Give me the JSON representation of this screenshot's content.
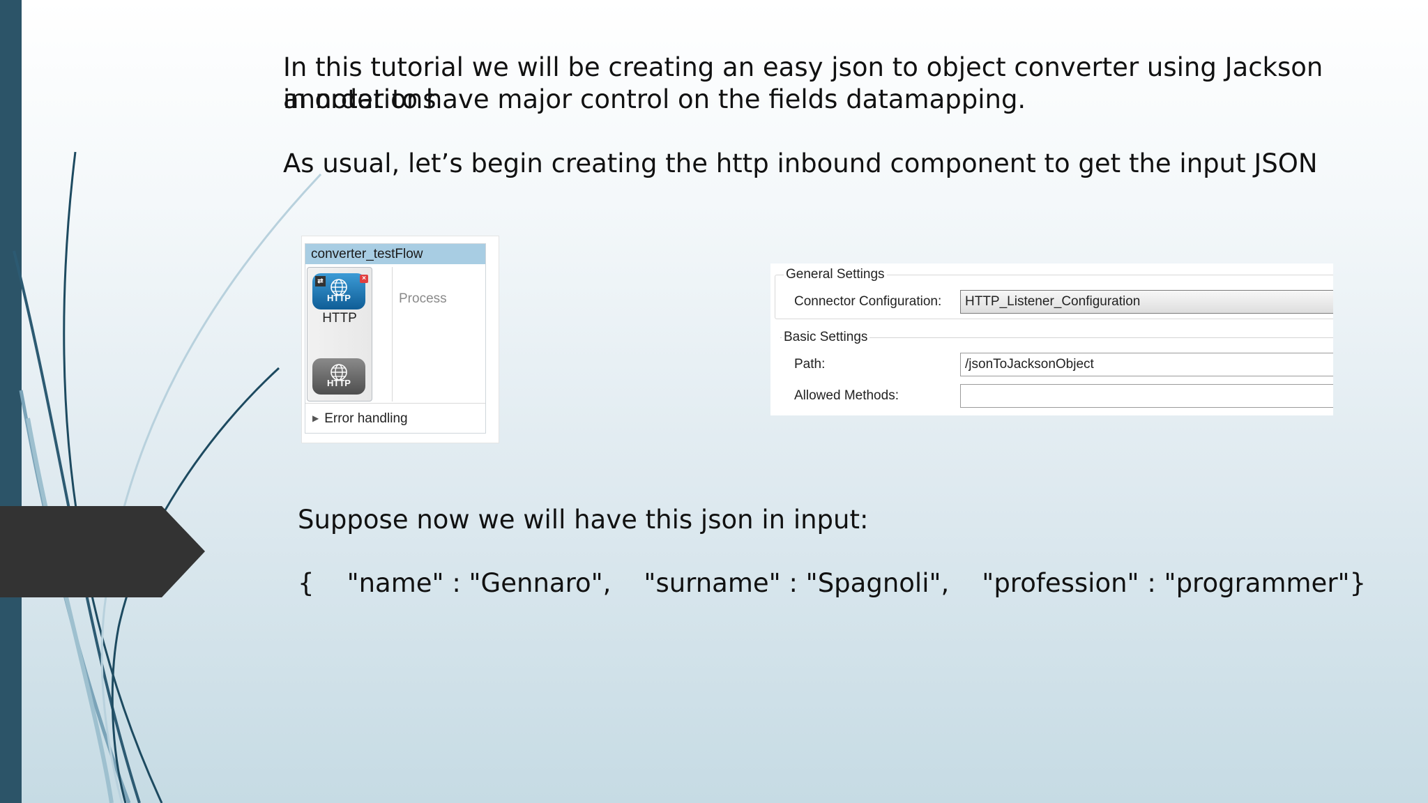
{
  "slide": {
    "intro_line1": "In this tutorial we will be creating an easy json to object converter using Jackson annotations",
    "intro_line2": "in order to have major control on the fields datamapping.",
    "intro_line3": "As usual, let’s begin creating the http inbound component to get the input JSON",
    "suppose": "Suppose now we will have this json in input:",
    "json_example": "{    \"name\" : \"Gennaro\",    \"surname\" : \"Spagnoli\",    \"profession\" : \"programmer\"}"
  },
  "flow": {
    "title": "converter_testFlow",
    "source_icon_text": "HTTP",
    "source_label": "HTTP",
    "response_icon_text": "HTTP",
    "process_label": "Process",
    "error_handling": "Error handling"
  },
  "settings": {
    "general_title": "General Settings",
    "connector_label": "Connector Configuration:",
    "connector_value": "HTTP_Listener_Configuration",
    "basic_title": "Basic Settings",
    "path_label": "Path:",
    "path_value": "/jsonToJacksonObject",
    "methods_label": "Allowed Methods:",
    "methods_value": ""
  },
  "colors": {
    "left_bar": "#2c5468",
    "arrow_tab": "#333333",
    "flow_header": "#a8cde3",
    "http_blue": "#1a73b4"
  },
  "icons": [
    "globe-icon",
    "swap-icon",
    "close-icon",
    "expand-triangle-icon"
  ]
}
